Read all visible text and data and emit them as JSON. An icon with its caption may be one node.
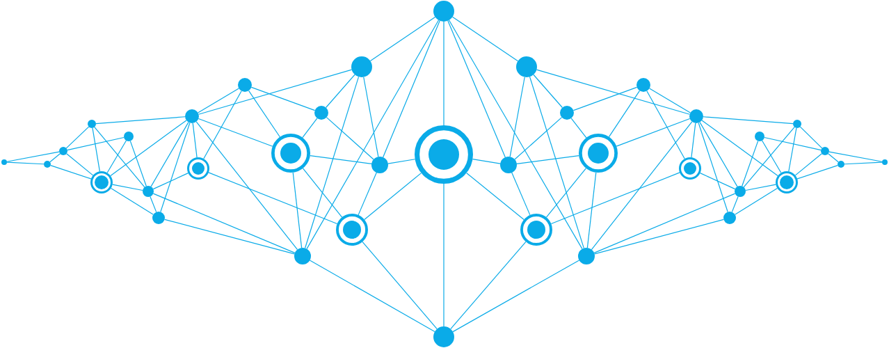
{
  "diagram": {
    "nodes": [
      {
        "text": [],
        "shape": "circle"
      },
      {
        "text": [],
        "shape": "circle"
      },
      {
        "text": [],
        "shape": "circle"
      },
      {
        "text": [],
        "shape": "circle"
      },
      {
        "text": [],
        "shape": "ring"
      },
      {
        "text": [],
        "shape": "circle"
      },
      {
        "text": [],
        "shape": "circle"
      },
      {
        "text": [],
        "shape": "circle"
      },
      {
        "text": [],
        "shape": "circle"
      },
      {
        "text": [],
        "shape": "ring"
      },
      {
        "text": [],
        "shape": "circle"
      },
      {
        "text": [],
        "shape": "ring"
      },
      {
        "text": [],
        "shape": "circle"
      },
      {
        "text": [],
        "shape": "circle"
      },
      {
        "text": [],
        "shape": "ring"
      },
      {
        "text": [],
        "shape": "circle"
      },
      {
        "text": [],
        "shape": "circle"
      },
      {
        "text": [],
        "shape": "circle"
      },
      {
        "text": [],
        "shape": "ring"
      },
      {
        "text": [],
        "shape": "circle"
      },
      {
        "text": [],
        "shape": "circle"
      },
      {
        "text": [],
        "shape": "circle"
      },
      {
        "text": [],
        "shape": "ring"
      },
      {
        "text": [],
        "shape": "circle"
      },
      {
        "text": [],
        "shape": "circle"
      },
      {
        "text": [],
        "shape": "ring"
      },
      {
        "text": [],
        "shape": "circle"
      },
      {
        "text": [],
        "shape": "ring"
      },
      {
        "text": [],
        "shape": "circle"
      },
      {
        "text": [],
        "shape": "circle"
      },
      {
        "text": [],
        "shape": "circle"
      },
      {
        "text": [],
        "shape": "circle"
      },
      {
        "text": [],
        "shape": "ring"
      },
      {
        "text": [],
        "shape": "circle"
      },
      {
        "text": [],
        "shape": "circle"
      },
      {
        "text": [],
        "shape": "circle"
      },
      {
        "text": [],
        "shape": "circle"
      }
    ],
    "edges": [
      {
        "from": 0,
        "to": 1,
        "arrow": "none"
      },
      {
        "from": 0,
        "to": 2,
        "arrow": "none"
      },
      {
        "from": 1,
        "to": 2,
        "arrow": "none"
      },
      {
        "from": 1,
        "to": 4,
        "arrow": "none"
      },
      {
        "from": 2,
        "to": 3,
        "arrow": "none"
      },
      {
        "from": 2,
        "to": 5,
        "arrow": "none"
      },
      {
        "from": 2,
        "to": 4,
        "arrow": "none"
      },
      {
        "from": 3,
        "to": 8,
        "arrow": "none"
      },
      {
        "from": 3,
        "to": 4,
        "arrow": "none"
      },
      {
        "from": 3,
        "to": 6,
        "arrow": "none"
      },
      {
        "from": 4,
        "to": 5,
        "arrow": "none"
      },
      {
        "from": 5,
        "to": 6,
        "arrow": "none"
      },
      {
        "from": 4,
        "to": 6,
        "arrow": "none"
      },
      {
        "from": 4,
        "to": 7,
        "arrow": "none"
      },
      {
        "from": 4,
        "to": 8,
        "arrow": "none"
      },
      {
        "from": 6,
        "to": 7,
        "arrow": "none"
      },
      {
        "from": 6,
        "to": 8,
        "arrow": "none"
      },
      {
        "from": 7,
        "to": 8,
        "arrow": "none"
      },
      {
        "from": 6,
        "to": 9,
        "arrow": "none"
      },
      {
        "from": 6,
        "to": 12,
        "arrow": "none"
      },
      {
        "from": 7,
        "to": 12,
        "arrow": "none"
      },
      {
        "from": 8,
        "to": 9,
        "arrow": "none"
      },
      {
        "from": 8,
        "to": 10,
        "arrow": "none"
      },
      {
        "from": 8,
        "to": 15,
        "arrow": "none"
      },
      {
        "from": 8,
        "to": 11,
        "arrow": "none"
      },
      {
        "from": 8,
        "to": 12,
        "arrow": "none"
      },
      {
        "from": 9,
        "to": 10,
        "arrow": "none"
      },
      {
        "from": 9,
        "to": 14,
        "arrow": "none"
      },
      {
        "from": 10,
        "to": 13,
        "arrow": "none"
      },
      {
        "from": 10,
        "to": 11,
        "arrow": "none"
      },
      {
        "from": 11,
        "to": 13,
        "arrow": "none"
      },
      {
        "from": 13,
        "to": 15,
        "arrow": "none"
      },
      {
        "from": 13,
        "to": 16,
        "arrow": "none"
      },
      {
        "from": 15,
        "to": 17,
        "arrow": "none"
      },
      {
        "from": 15,
        "to": 16,
        "arrow": "none"
      },
      {
        "from": 15,
        "to": 12,
        "arrow": "none"
      },
      {
        "from": 11,
        "to": 16,
        "arrow": "none"
      },
      {
        "from": 11,
        "to": 12,
        "arrow": "none"
      },
      {
        "from": 11,
        "to": 14,
        "arrow": "none"
      },
      {
        "from": 16,
        "to": 18,
        "arrow": "none"
      },
      {
        "from": 16,
        "to": 14,
        "arrow": "none"
      },
      {
        "from": 14,
        "to": 18,
        "arrow": "none"
      },
      {
        "from": 14,
        "to": 19,
        "arrow": "none"
      },
      {
        "from": 12,
        "to": 17,
        "arrow": "none"
      },
      {
        "from": 12,
        "to": 19,
        "arrow": "none"
      },
      {
        "from": 17,
        "to": 16,
        "arrow": "none"
      },
      {
        "from": 17,
        "to": 18,
        "arrow": "none"
      },
      {
        "from": 18,
        "to": 19,
        "arrow": "none"
      },
      {
        "from": 35,
        "to": 36,
        "arrow": "none"
      },
      {
        "from": 34,
        "to": 36,
        "arrow": "none"
      },
      {
        "from": 34,
        "to": 35,
        "arrow": "none"
      },
      {
        "from": 32,
        "to": 35,
        "arrow": "none"
      },
      {
        "from": 33,
        "to": 34,
        "arrow": "none"
      },
      {
        "from": 31,
        "to": 34,
        "arrow": "none"
      },
      {
        "from": 32,
        "to": 34,
        "arrow": "none"
      },
      {
        "from": 28,
        "to": 33,
        "arrow": "none"
      },
      {
        "from": 32,
        "to": 33,
        "arrow": "none"
      },
      {
        "from": 30,
        "to": 33,
        "arrow": "none"
      },
      {
        "from": 31,
        "to": 32,
        "arrow": "none"
      },
      {
        "from": 30,
        "to": 31,
        "arrow": "none"
      },
      {
        "from": 30,
        "to": 32,
        "arrow": "none"
      },
      {
        "from": 29,
        "to": 32,
        "arrow": "none"
      },
      {
        "from": 28,
        "to": 32,
        "arrow": "none"
      },
      {
        "from": 29,
        "to": 30,
        "arrow": "none"
      },
      {
        "from": 28,
        "to": 30,
        "arrow": "none"
      },
      {
        "from": 28,
        "to": 29,
        "arrow": "none"
      },
      {
        "from": 27,
        "to": 30,
        "arrow": "none"
      },
      {
        "from": 24,
        "to": 30,
        "arrow": "none"
      },
      {
        "from": 24,
        "to": 29,
        "arrow": "none"
      },
      {
        "from": 27,
        "to": 28,
        "arrow": "none"
      },
      {
        "from": 26,
        "to": 28,
        "arrow": "none"
      },
      {
        "from": 21,
        "to": 28,
        "arrow": "none"
      },
      {
        "from": 25,
        "to": 28,
        "arrow": "none"
      },
      {
        "from": 24,
        "to": 28,
        "arrow": "none"
      },
      {
        "from": 26,
        "to": 27,
        "arrow": "none"
      },
      {
        "from": 22,
        "to": 27,
        "arrow": "none"
      },
      {
        "from": 23,
        "to": 26,
        "arrow": "none"
      },
      {
        "from": 25,
        "to": 26,
        "arrow": "none"
      },
      {
        "from": 23,
        "to": 25,
        "arrow": "none"
      },
      {
        "from": 21,
        "to": 23,
        "arrow": "none"
      },
      {
        "from": 20,
        "to": 23,
        "arrow": "none"
      },
      {
        "from": 17,
        "to": 21,
        "arrow": "none"
      },
      {
        "from": 20,
        "to": 21,
        "arrow": "none"
      },
      {
        "from": 21,
        "to": 24,
        "arrow": "none"
      },
      {
        "from": 20,
        "to": 25,
        "arrow": "none"
      },
      {
        "from": 24,
        "to": 25,
        "arrow": "none"
      },
      {
        "from": 22,
        "to": 25,
        "arrow": "none"
      },
      {
        "from": 18,
        "to": 20,
        "arrow": "none"
      },
      {
        "from": 20,
        "to": 22,
        "arrow": "none"
      },
      {
        "from": 18,
        "to": 22,
        "arrow": "none"
      },
      {
        "from": 19,
        "to": 22,
        "arrow": "none"
      },
      {
        "from": 17,
        "to": 24,
        "arrow": "none"
      },
      {
        "from": 19,
        "to": 24,
        "arrow": "none"
      },
      {
        "from": 17,
        "to": 20,
        "arrow": "none"
      }
    ]
  }
}
